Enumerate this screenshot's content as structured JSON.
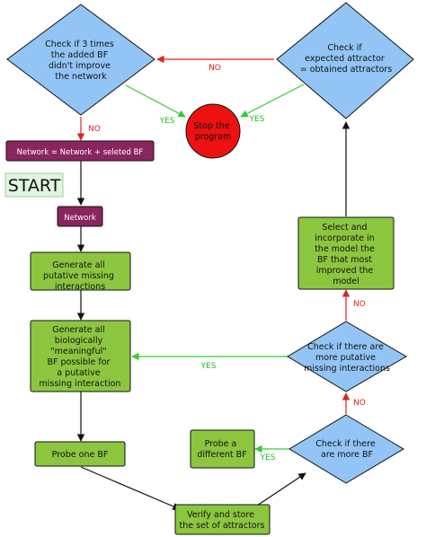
{
  "nodes": {
    "check_3_times": {
      "lines": [
        "Check if 3 times",
        "the added BF",
        "didn't improve",
        "the network"
      ]
    },
    "check_expected": {
      "lines": [
        "Check if",
        "expected attractor",
        "= obtained attractors"
      ]
    },
    "stop": {
      "lines": [
        "Stop the",
        "program"
      ]
    },
    "network_plus_bf": {
      "lines": [
        "Network = Network + seleted BF"
      ]
    },
    "start": {
      "lines": [
        "START"
      ]
    },
    "network": {
      "lines": [
        "Network"
      ]
    },
    "generate_missing": {
      "lines": [
        "Generate all",
        "putative missing",
        "interactions"
      ]
    },
    "generate_bf": {
      "lines": [
        "Generate all",
        "biologically",
        "\"meaningful\"",
        "BF possible for",
        "a putative",
        "missing interaction"
      ]
    },
    "select_incorporate": {
      "lines": [
        "Select and",
        "incorporate in",
        "the model the",
        "BF that most",
        "improved the",
        "model"
      ]
    },
    "check_more_interactions": {
      "lines": [
        "Check if there are",
        "more putative",
        "missing interactions"
      ]
    },
    "probe_one": {
      "lines": [
        "Probe one BF"
      ]
    },
    "probe_different": {
      "lines": [
        "Probe a",
        "different BF"
      ]
    },
    "check_more_bf": {
      "lines": [
        "Check if there",
        "are more BF"
      ]
    },
    "verify_store": {
      "lines": [
        "Verify and store",
        "the set of attractors"
      ]
    }
  },
  "edge_labels": {
    "no_top": "NO",
    "no_left": "NO",
    "yes_left": "YES",
    "yes_right": "YES",
    "yes_middle": "YES",
    "no_right_upper": "NO",
    "no_right_lower": "NO",
    "yes_probe": "YES"
  },
  "colors": {
    "diamond": "#92c5f5",
    "process_box": "#8cc63f",
    "network_box": "#8b2560",
    "stop": "#ee1111",
    "start_bg": "#dff5df",
    "arrow_black": "#111111",
    "arrow_red": "#dd2222",
    "arrow_green": "#33cc33"
  }
}
